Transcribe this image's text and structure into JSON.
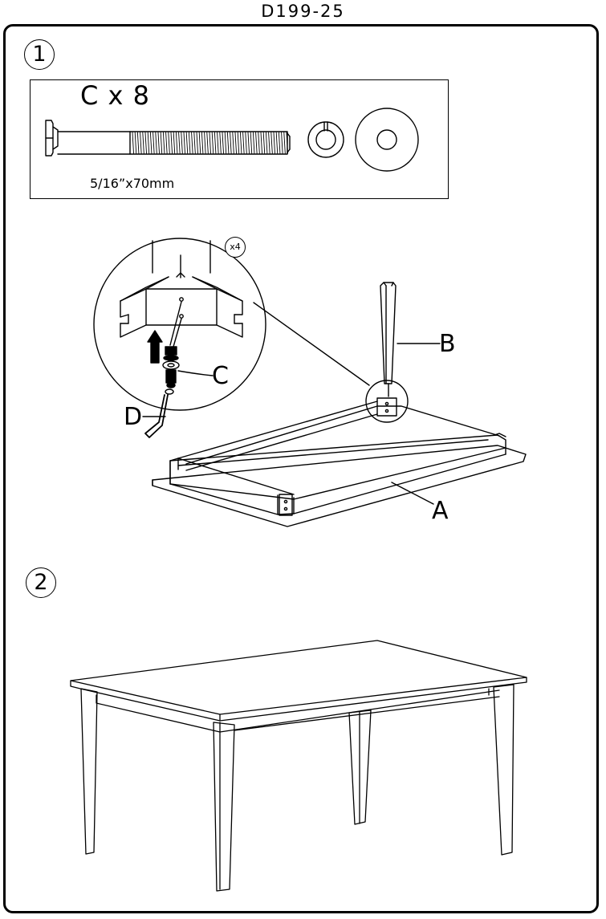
{
  "document": {
    "code": "D199-25"
  },
  "steps": [
    {
      "number": "1"
    },
    {
      "number": "2"
    }
  ],
  "parts": {
    "quantity_label": "C x 8",
    "bolt_size": "5/16”x70mm"
  },
  "detail": {
    "multiplier": "x4"
  },
  "callouts": {
    "a": "A",
    "b": "B",
    "c": "C",
    "d": "D"
  }
}
